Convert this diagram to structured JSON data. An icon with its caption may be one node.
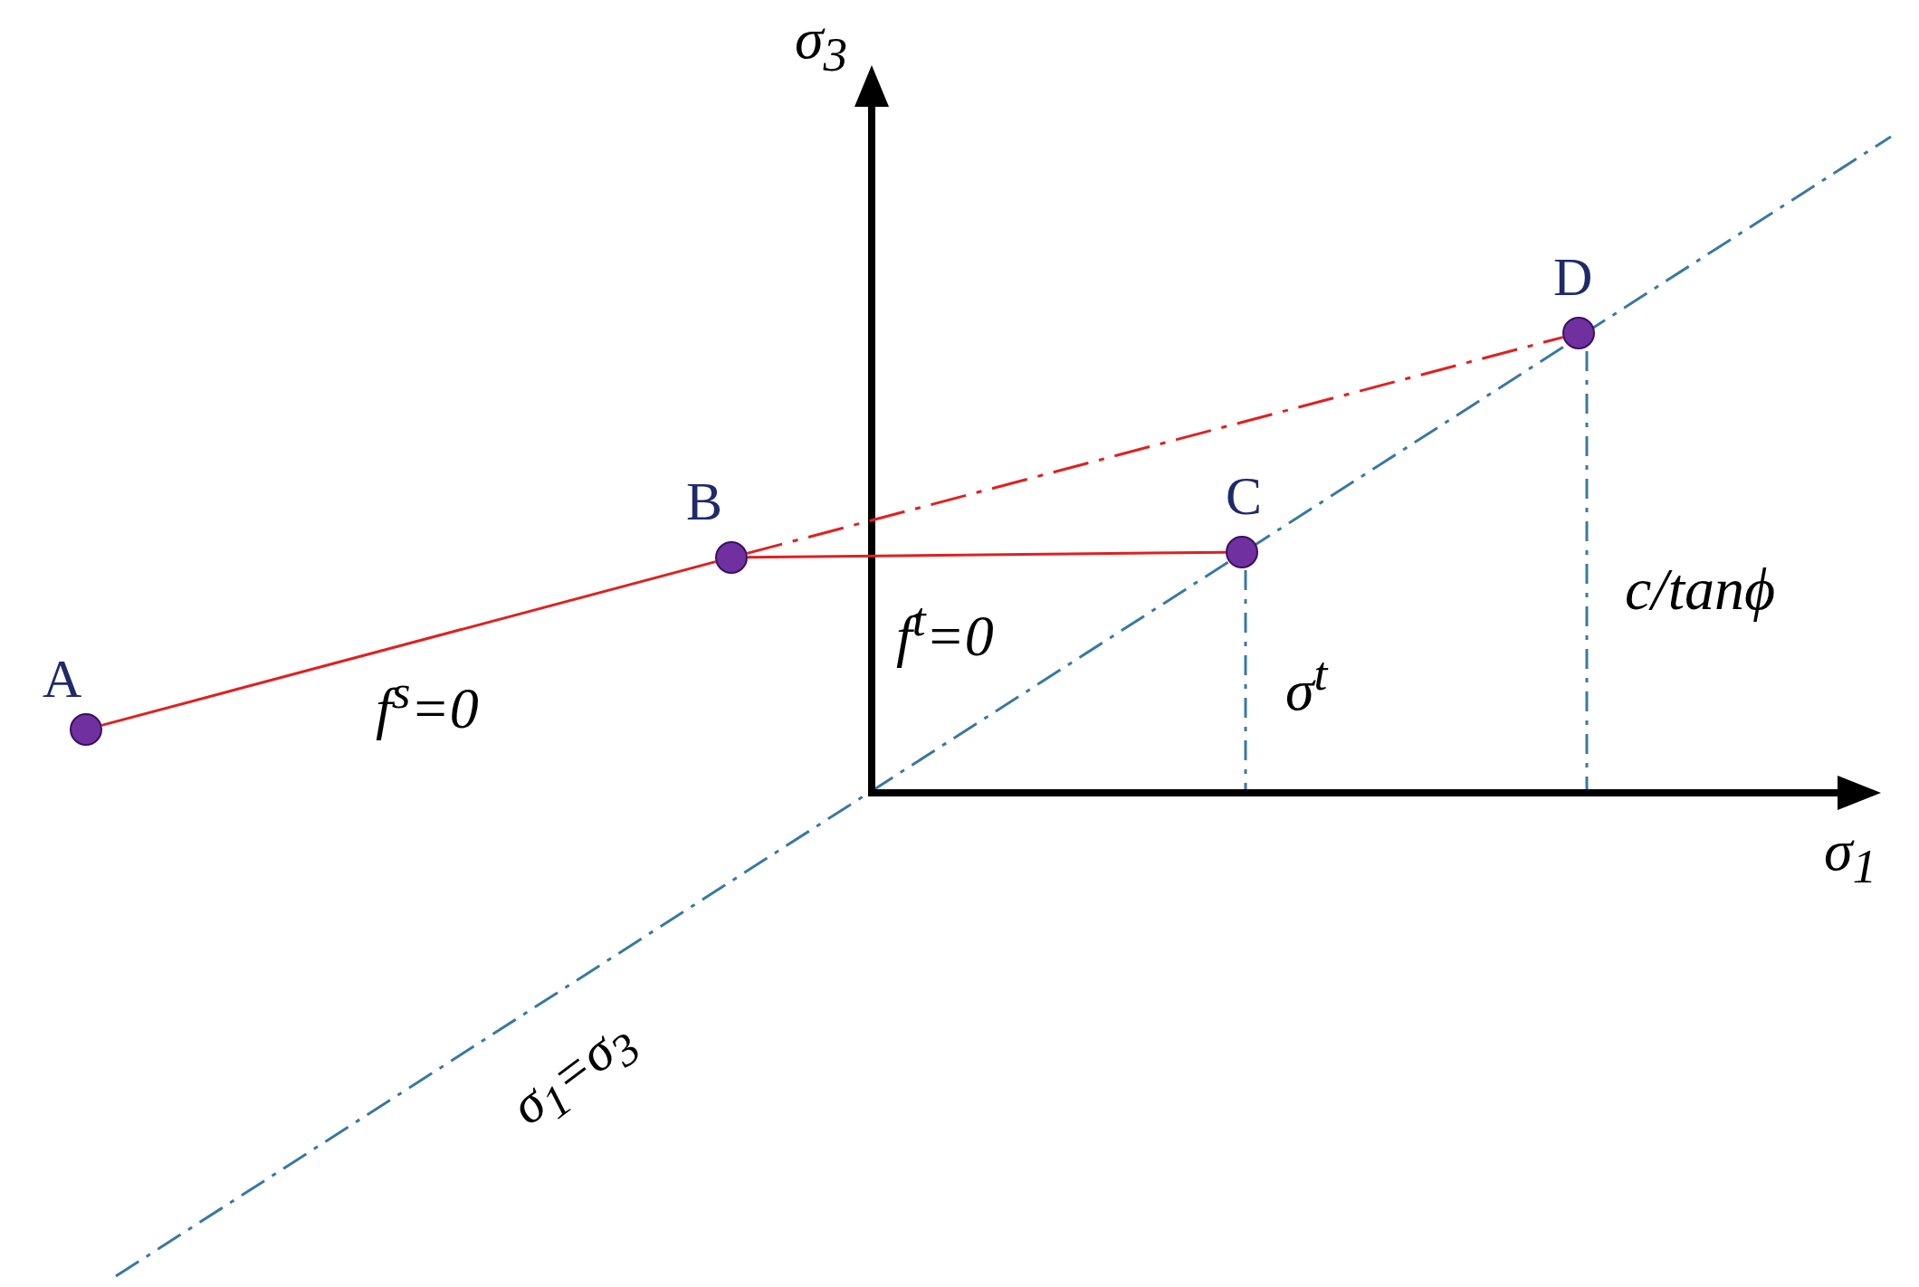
{
  "diagram": {
    "nodes": [
      {
        "text": [
          "A"
        ]
      },
      {
        "text": [
          "B"
        ]
      },
      {
        "text": [
          "C"
        ]
      },
      {
        "text": [
          "D"
        ]
      }
    ],
    "edges": [
      {
        "from": 0,
        "to": 1,
        "arrow": "none",
        "label": "f$^{s}$=0"
      },
      {
        "from": 1,
        "to": 2,
        "arrow": "none",
        "label": "f$^{t}$=0"
      },
      {
        "from": 1,
        "to": 3,
        "arrow": "none",
        "style": "dashed"
      }
    ],
    "labels": [
      "σ$_{3}$",
      "c/tanϕ",
      "σ$^{t}$",
      "σ$_{1}$",
      "σ$_{1}$=σ$_{3}$"
    ]
  }
}
